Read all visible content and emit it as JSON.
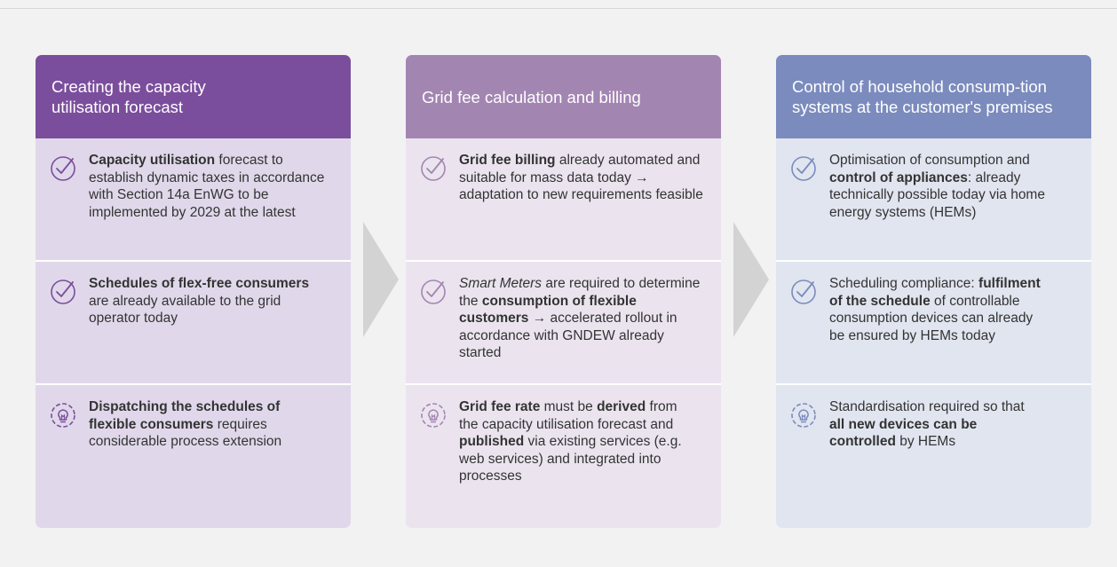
{
  "columns": [
    {
      "title": "Creating the capacity utilisation forecast",
      "items": [
        {
          "icon": "check-circle-icon",
          "parts": [
            {
              "t": "Capacity utilisation",
              "s": "b"
            },
            {
              "t": " forecast to establish dynamic taxes in accordance with Section 14a EnWG to be implemented by 2029 at the latest"
            }
          ]
        },
        {
          "icon": "check-circle-icon",
          "parts": [
            {
              "t": "Schedules of flex-free consumers",
              "s": "b"
            },
            {
              "t": " are already available to the grid operator today"
            }
          ]
        },
        {
          "icon": "lightbulb-icon",
          "parts": [
            {
              "t": "Dispatching the schedules of flexible consumers",
              "s": "b"
            },
            {
              "t": " requires considerable process extension"
            }
          ]
        }
      ]
    },
    {
      "title": "Grid fee calculation and billing",
      "items": [
        {
          "icon": "check-circle-icon",
          "parts": [
            {
              "t": "Grid fee billing",
              "s": "b"
            },
            {
              "t": " already automated and suitable for mass data today → adaptation to new requirements feasible"
            }
          ]
        },
        {
          "icon": "check-circle-icon",
          "parts": [
            {
              "t": "Smart Meters",
              "s": "i"
            },
            {
              "t": " are required to determine the "
            },
            {
              "t": "consumption of flexible customers",
              "s": "b"
            },
            {
              "t": " → accelerated rollout in accordance with GNDEW already started"
            }
          ]
        },
        {
          "icon": "lightbulb-icon",
          "parts": [
            {
              "t": "Grid fee rate",
              "s": "b"
            },
            {
              "t": " must be "
            },
            {
              "t": "derived",
              "s": "b"
            },
            {
              "t": " from the capacity utilisation forecast and "
            },
            {
              "t": "published",
              "s": "b"
            },
            {
              "t": " via existing services (e.g. web services) and integrated into processes"
            }
          ]
        }
      ]
    },
    {
      "title": "Control of household consump-tion systems at the customer's premises",
      "items": [
        {
          "icon": "check-circle-icon",
          "parts": [
            {
              "t": "Optimisation of consumption and "
            },
            {
              "t": "control of appliances",
              "s": "b"
            },
            {
              "t": ": already technically possible today via home energy systems (HEMs)"
            }
          ]
        },
        {
          "icon": "check-circle-icon",
          "parts": [
            {
              "t": "Scheduling compliance: "
            },
            {
              "t": "fulfilment of the schedule",
              "s": "b"
            },
            {
              "t": " of controllable consumption devices can already be ensured by HEMs today"
            }
          ]
        },
        {
          "icon": "lightbulb-icon",
          "parts": [
            {
              "t": "Standardisation required so that "
            },
            {
              "t": "all new devices can be controlled",
              "s": "b"
            },
            {
              "t": " by HEMs"
            }
          ]
        }
      ]
    }
  ]
}
